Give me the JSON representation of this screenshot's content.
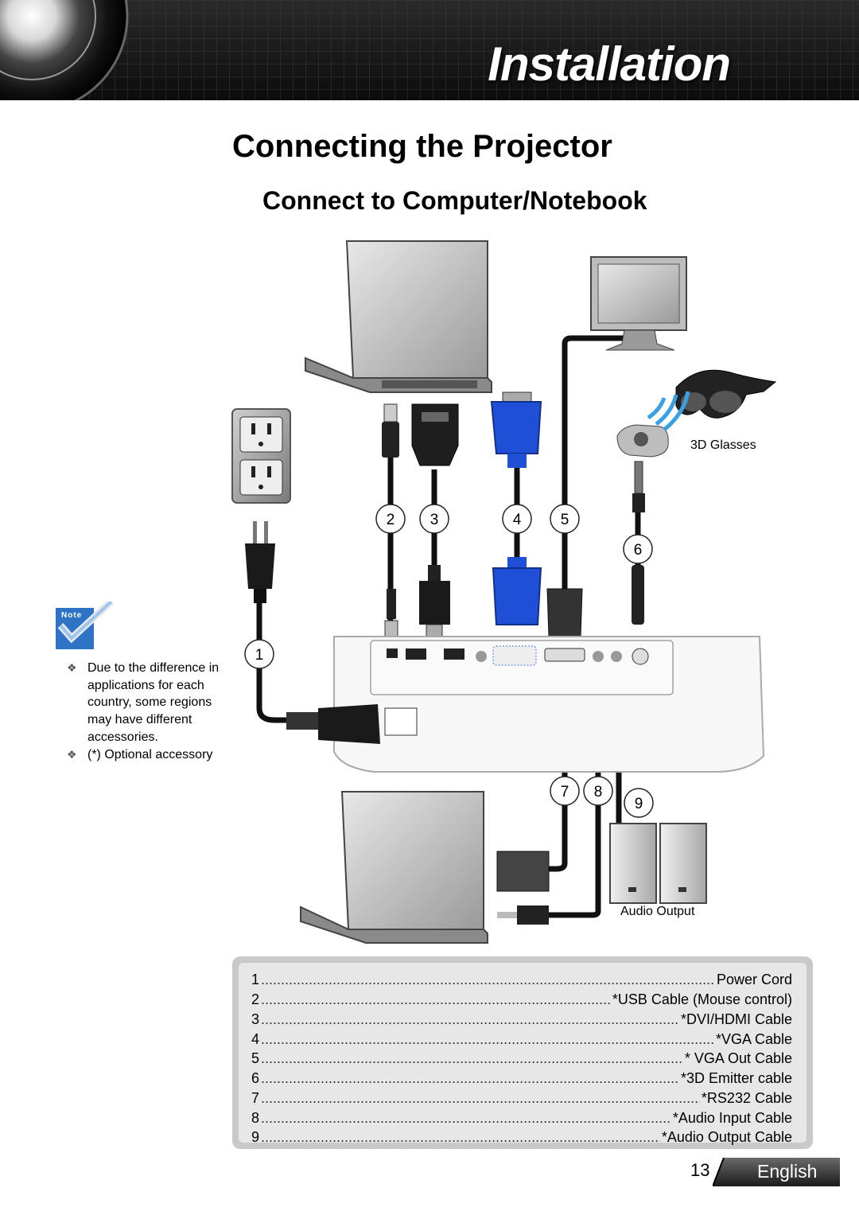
{
  "header": {
    "title": "Installation"
  },
  "page": {
    "title": "Connecting the Projector",
    "section_title": "Connect to Computer/Notebook"
  },
  "diagram": {
    "callouts": [
      "1",
      "2",
      "3",
      "4",
      "5",
      "6",
      "7",
      "8",
      "9"
    ],
    "label_3d_glasses": "3D Glasses",
    "label_audio_output": "Audio Output"
  },
  "note": {
    "badge": "Note",
    "items": [
      "Due to the difference in applications for each country, some regions may have different accessories.",
      "(*) Optional accessory"
    ]
  },
  "legend": [
    {
      "num": "1",
      "name": "Power Cord"
    },
    {
      "num": "2",
      "name": "*USB Cable (Mouse control)"
    },
    {
      "num": "3",
      "name": "*DVI/HDMI Cable"
    },
    {
      "num": "4",
      "name": "*VGA Cable"
    },
    {
      "num": "5",
      "name": "* VGA Out Cable"
    },
    {
      "num": "6",
      "name": "*3D Emitter cable"
    },
    {
      "num": "7",
      "name": "*RS232 Cable"
    },
    {
      "num": "8",
      "name": "*Audio Input Cable"
    },
    {
      "num": "9",
      "name": "*Audio Output Cable"
    }
  ],
  "footer": {
    "page_number": "13",
    "language": "English"
  },
  "icons": [
    "projector-lens-icon",
    "laptop-icon",
    "monitor-icon",
    "3d-glasses-icon",
    "3d-emitter-icon",
    "power-outlet-icon",
    "power-plug-icon",
    "usb-connector-icon",
    "dvi-connector-icon",
    "vga-connector-icon",
    "hdmi-connector-icon",
    "rs232-connector-icon",
    "audio-jack-icon",
    "speaker-icon",
    "projector-icon",
    "note-checkmark-icon"
  ]
}
